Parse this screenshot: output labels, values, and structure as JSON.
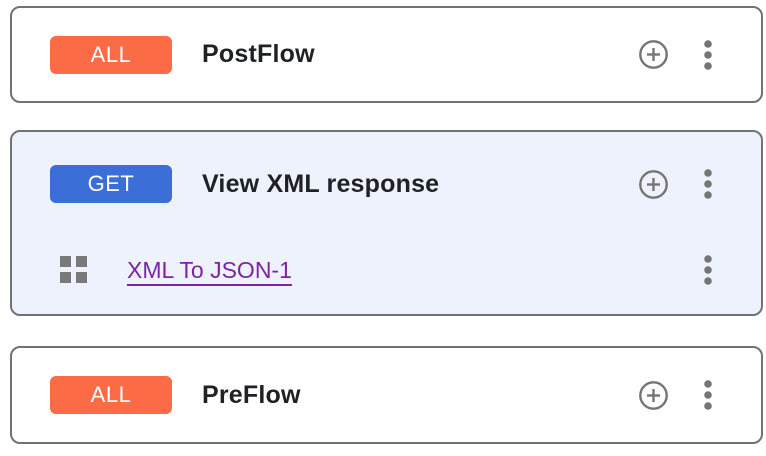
{
  "colors": {
    "badge_all": "#FA6B46",
    "badge_get": "#3C6ED8",
    "selected_card_bg": "#EDF2FC",
    "card_border": "#6F7276",
    "icon_gray": "#757575",
    "drag_gray": "#7A7A7A",
    "title_text": "#202124",
    "link_purple": "#7D23A5"
  },
  "icons": {
    "add": "plus-circle-icon",
    "more": "kebab-menu-icon",
    "drag": "drag-handle-icon"
  },
  "cards": [
    {
      "badge_label": "ALL",
      "badge_style": "all",
      "title": "PostFlow"
    },
    {
      "badge_label": "GET",
      "badge_style": "get",
      "title": "View XML response",
      "selected": true,
      "policies": [
        {
          "label": "XML To JSON-1"
        }
      ]
    },
    {
      "badge_label": "ALL",
      "badge_style": "all",
      "title": "PreFlow"
    }
  ]
}
